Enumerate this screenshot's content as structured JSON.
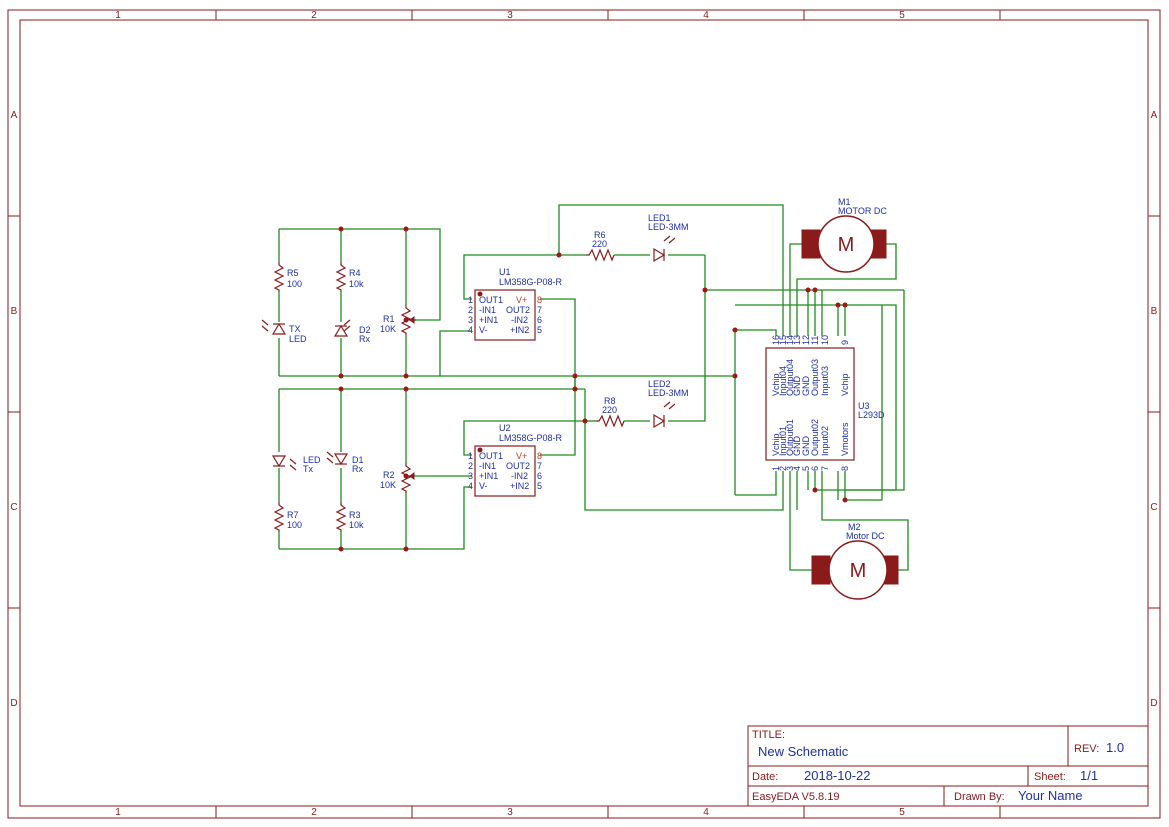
{
  "ruler": {
    "columns": [
      "1",
      "2",
      "3",
      "4",
      "5"
    ],
    "rows": [
      "A",
      "B",
      "C",
      "D"
    ]
  },
  "title_block": {
    "title_label": "TITLE:",
    "title_value": "New Schematic",
    "rev_label": "REV:",
    "rev_value": "1.0",
    "date_label": "Date:",
    "date_value": "2018-10-22",
    "sheet_label": "Sheet:",
    "sheet_value": "1/1",
    "tool_label": "EasyEDA V5.8.19",
    "drawn_label": "Drawn By:",
    "drawn_value": "Your Name"
  },
  "components": {
    "r5": {
      "ref": "R5",
      "value": "100"
    },
    "r4": {
      "ref": "R4",
      "value": "10k"
    },
    "r1": {
      "ref": "R1",
      "value": "10K"
    },
    "r2": {
      "ref": "R2",
      "value": "10K"
    },
    "r3": {
      "ref": "R3",
      "value": "10k"
    },
    "r7": {
      "ref": "R7",
      "value": "100"
    },
    "r6": {
      "ref": "R6",
      "value": "220"
    },
    "r8": {
      "ref": "R8",
      "value": "220"
    },
    "tx_top": {
      "ref": "TX",
      "value": "LED"
    },
    "d2": {
      "ref": "D2",
      "value": "Rx"
    },
    "tx_bot": {
      "ref": "LED",
      "value": "Tx"
    },
    "d1": {
      "ref": "D1",
      "value": "Rx"
    },
    "led1": {
      "ref": "LED1",
      "value": "LED-3MM"
    },
    "led2": {
      "ref": "LED2",
      "value": "LED-3MM"
    },
    "u1": {
      "ref": "U1",
      "value": "LM358G-P08-R"
    },
    "u2": {
      "ref": "U2",
      "value": "LM358G-P08-R"
    },
    "u3": {
      "ref": "U3",
      "value": "L293D"
    },
    "m1": {
      "ref": "M1",
      "value": "MOTOR DC",
      "symbol": "M"
    },
    "m2": {
      "ref": "M2",
      "value": "Motor DC",
      "symbol": "M"
    }
  },
  "opamp_pins": {
    "left_names": [
      "OUT1",
      "-IN1",
      "+IN1",
      "V-"
    ],
    "left_nums": [
      "1",
      "2",
      "3",
      "4"
    ],
    "right_names": [
      "V+",
      "OUT2",
      "-IN2",
      "+IN2"
    ],
    "right_nums": [
      "8",
      "7",
      "6",
      "5"
    ]
  },
  "l293d": {
    "top_nums": [
      "16",
      "15",
      "14",
      "13",
      "12",
      "11",
      "10",
      "9"
    ],
    "top_names": [
      "Vchip",
      "Input04",
      "Output04",
      "GND",
      "GND",
      "Output03",
      "Input03",
      "Vchip"
    ],
    "bottom_nums": [
      "1",
      "2",
      "3",
      "4",
      "5",
      "6",
      "7",
      "8"
    ],
    "bottom_names": [
      "Vchip",
      "Input01",
      "Output01",
      "GND",
      "GND",
      "Output02",
      "Input02",
      "Vmotors"
    ]
  },
  "colors": {
    "frame": "#8b1a1a",
    "wire": "#1e8c1e",
    "text": "#1f2fa8",
    "pin_red": "#c0392b"
  }
}
